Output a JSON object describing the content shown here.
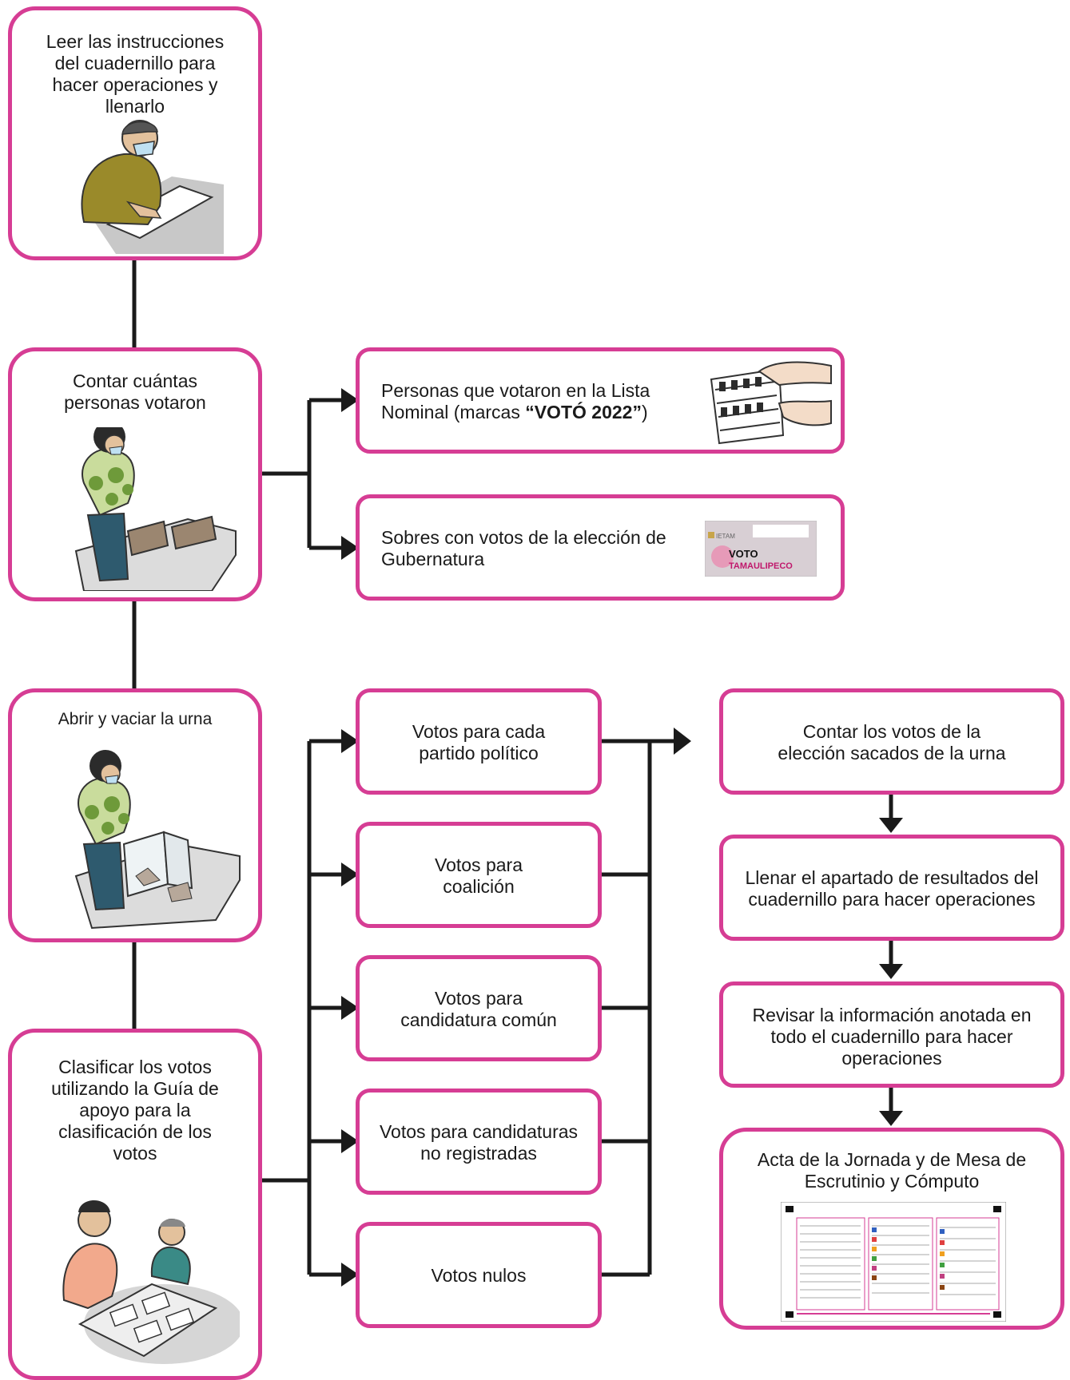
{
  "steps": {
    "leer": "Leer las instrucciones del cuadernillo para hacer operaciones y llenarlo",
    "contar_personas": "Contar cuántas personas votaron",
    "abrir": "Abrir y vaciar la urna",
    "clasificar": "Clasificar los votos utilizando la Guía de apoyo para la clasificación de los votos"
  },
  "count_items": {
    "lista_nominal_prefix": "Personas que votaron en la Lista Nominal (marcas ",
    "lista_nominal_bold": "“VOTÓ 2022”",
    "lista_nominal_suffix": ")",
    "sobres": "Sobres con votos de la elección de Gubernatura"
  },
  "sobre_graphic": {
    "brand": "IETAM",
    "word1": "VOTO",
    "word2": "TAMAULIPECO"
  },
  "vote_types": [
    "Votos para cada partido político",
    "Votos para coalición",
    "Votos para candidatura común",
    "Votos para candidaturas no registradas",
    "Votos nulos"
  ],
  "final_steps": [
    "Contar los votos de la elección sacados de la urna",
    "Llenar el apartado de resultados del cuadernillo para hacer operaciones",
    "Revisar la información anotada en todo el cuadernillo para hacer operaciones",
    "Acta de la Jornada y de Mesa de Escrutinio y Cómputo"
  ],
  "colors": {
    "border": "#d63d94",
    "line": "#1a1a1a"
  }
}
